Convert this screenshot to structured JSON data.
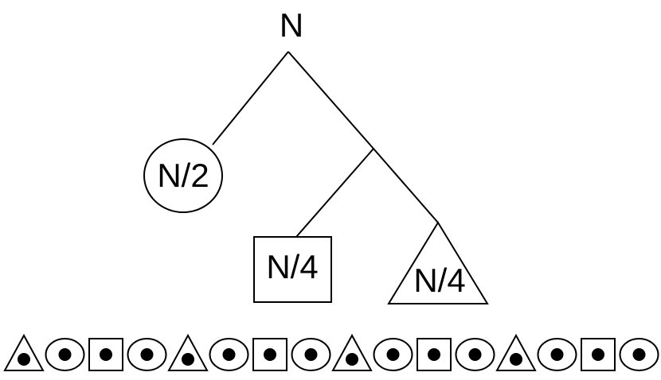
{
  "tree": {
    "root_label": "N",
    "left_label": "N/2",
    "square_label": "N/4",
    "triangle_label": "N/4"
  },
  "sequence": {
    "items": [
      "triangle",
      "circle",
      "square",
      "circle",
      "triangle",
      "circle",
      "square",
      "circle",
      "triangle",
      "circle",
      "square",
      "circle",
      "triangle",
      "circle",
      "square",
      "circle"
    ]
  },
  "colors": {
    "stroke": "#000000",
    "fill": "#ffffff",
    "dot": "#000000"
  }
}
